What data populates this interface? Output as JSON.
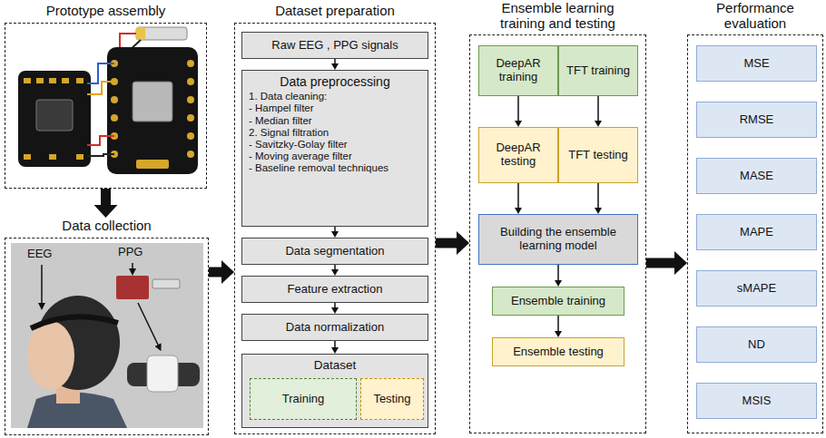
{
  "diagram": {
    "nodes": [
      {
        "text": [
          "Prototype assembly"
        ]
      },
      {
        "text": [
          "Data collection"
        ]
      },
      {
        "text": [
          "Dataset preparation"
        ]
      },
      {
        "text": [
          "Raw EEG , PPG signals"
        ],
        "in": 2
      },
      {
        "text": [
          "Data preprocessing",
          "1. Data cleaning:",
          "- Hampel filter",
          "- Median filter",
          "2. Signal filtration",
          "- Savitzky-Golay filter",
          "- Moving average filter",
          "- Baseline removal techniques"
        ],
        "in": 2
      },
      {
        "text": [
          "Data segmentation"
        ],
        "in": 2
      },
      {
        "text": [
          "Feature extraction"
        ],
        "in": 2
      },
      {
        "text": [
          "Data normalization"
        ],
        "in": 2
      },
      {
        "text": [
          "Dataset"
        ],
        "in": 2
      },
      {
        "text": [
          "Training"
        ],
        "in": 8
      },
      {
        "text": [
          "Testing"
        ],
        "in": 8
      },
      {
        "text": [
          "Ensemble learning training and testing"
        ]
      },
      {
        "text": [
          "DeepAR training"
        ],
        "in": 11
      },
      {
        "text": [
          "TFT training"
        ],
        "in": 11
      },
      {
        "text": [
          "DeepAR testing"
        ],
        "in": 11
      },
      {
        "text": [
          "TFT testing"
        ],
        "in": 11
      },
      {
        "text": [
          "Building the ensemble learning model"
        ],
        "in": 11
      },
      {
        "text": [
          "Ensemble training"
        ],
        "in": 11
      },
      {
        "text": [
          "Ensemble testing"
        ],
        "in": 11
      },
      {
        "text": [
          "Performance evaluation"
        ]
      },
      {
        "text": [
          "MSE"
        ],
        "in": 19
      },
      {
        "text": [
          "RMSE"
        ],
        "in": 19
      },
      {
        "text": [
          "MASE"
        ],
        "in": 19
      },
      {
        "text": [
          "MAPE"
        ],
        "in": 19
      },
      {
        "text": [
          "sMAPE"
        ],
        "in": 19
      },
      {
        "text": [
          "ND"
        ],
        "in": 19
      },
      {
        "text": [
          "MSIS"
        ],
        "in": 19
      }
    ],
    "edges": [
      {
        "from": 0,
        "to": 1,
        "arrow": "to"
      },
      {
        "from": 1,
        "to": 2,
        "arrow": "to"
      },
      {
        "from": 3,
        "to": 4,
        "arrow": "to"
      },
      {
        "from": 4,
        "to": 5,
        "arrow": "to"
      },
      {
        "from": 5,
        "to": 6,
        "arrow": "to"
      },
      {
        "from": 6,
        "to": 7,
        "arrow": "to"
      },
      {
        "from": 7,
        "to": 8,
        "arrow": "to"
      },
      {
        "from": 2,
        "to": 11,
        "arrow": "to"
      },
      {
        "from": 12,
        "to": 14,
        "arrow": "to"
      },
      {
        "from": 13,
        "to": 15,
        "arrow": "to"
      },
      {
        "from": 14,
        "to": 16,
        "arrow": "to"
      },
      {
        "from": 15,
        "to": 16,
        "arrow": "to"
      },
      {
        "from": 16,
        "to": 17,
        "arrow": "to"
      },
      {
        "from": 17,
        "to": 18,
        "arrow": "to"
      },
      {
        "from": 11,
        "to": 19,
        "arrow": "to"
      }
    ],
    "labels": [
      "EEG",
      "PPG"
    ]
  }
}
